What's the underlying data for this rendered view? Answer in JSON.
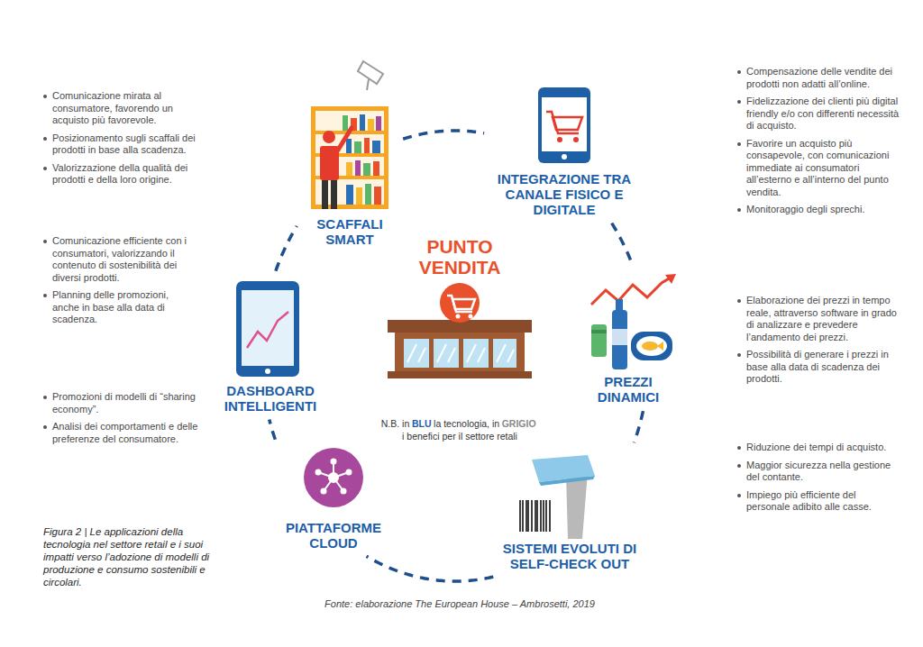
{
  "diagram": {
    "caption": "Figura 2 | Le applicazioni della tecnologia nel settore retail e i suoi impatti verso l’adozione di modelli di produzione e consumo sostenibili e circolari.",
    "nodes": [
      {
        "text": [
          "SCAFFALI SMART"
        ]
      },
      {
        "text": [
          "INTEGRAZIONE TRA CANALE FISICO E DIGITALE"
        ]
      },
      {
        "text": [
          "PREZZI DINAMICI"
        ]
      },
      {
        "text": [
          "SISTEMI EVOLUTI DI SELF-CHECK OUT"
        ]
      },
      {
        "text": [
          "PIATTAFORME CLOUD"
        ]
      },
      {
        "text": [
          "DASHBOARD INTELLIGENTI"
        ]
      }
    ],
    "edges": [
      {
        "from": 0,
        "to": 1,
        "arrow": "none"
      },
      {
        "from": 1,
        "to": 2,
        "arrow": "none"
      },
      {
        "from": 2,
        "to": 3,
        "arrow": "none"
      },
      {
        "from": 3,
        "to": 4,
        "arrow": "none"
      },
      {
        "from": 4,
        "to": 5,
        "arrow": "none"
      },
      {
        "from": 5,
        "to": 0,
        "arrow": "none"
      }
    ],
    "labels": [
      "Comunicazione mirata al consumatore, favorendo un acquisto più favorevole.",
      "Posizionamento sugli scaffali dei prodotti in base alla scadenza.",
      "Valorizzazione della qualità dei prodotti e della loro origine.",
      "Comunicazione efficiente con i consumatori, valorizzando il contenuto di sostenibilità dei diversi prodotti.",
      "Planning delle promozioni, anche in base alla data di scadenza.",
      "Promozioni di modelli di “sharing economy”.",
      "Analisi dei comportamenti e delle preferenze del consumatore.",
      "Compensazione delle vendite dei prodotti non adatti all’online.",
      "Fidelizzazione dei clienti più digital friendly e/o con differenti necessità di acquisto.",
      "Favorire un acquisto più consapevole, con comunicazioni immediate ai consumatori all’esterno e all’interno del punto vendita.",
      "Monitoraggio degli sprechi.",
      "Elaborazione dei prezzi in tempo reale, attraverso software in grado di analizzare e prevedere l’andamento dei prezzi.",
      "Possibilità di generare i prezzi in base alla data di scadenza dei prodotti.",
      "Riduzione dei tempi di acquisto.",
      "Maggior sicurezza nella gestione del contante.",
      "Impiego più efficiente del personale adibito alle casse.",
      "N.B. in",
      "BLU",
      "la tecnologia, in",
      "GRIGIO",
      "i benefici per il settore retali",
      "PUNTO VENDITA",
      "Fonte: elaborazione The European House – Ambrosetti, 2019"
    ]
  }
}
